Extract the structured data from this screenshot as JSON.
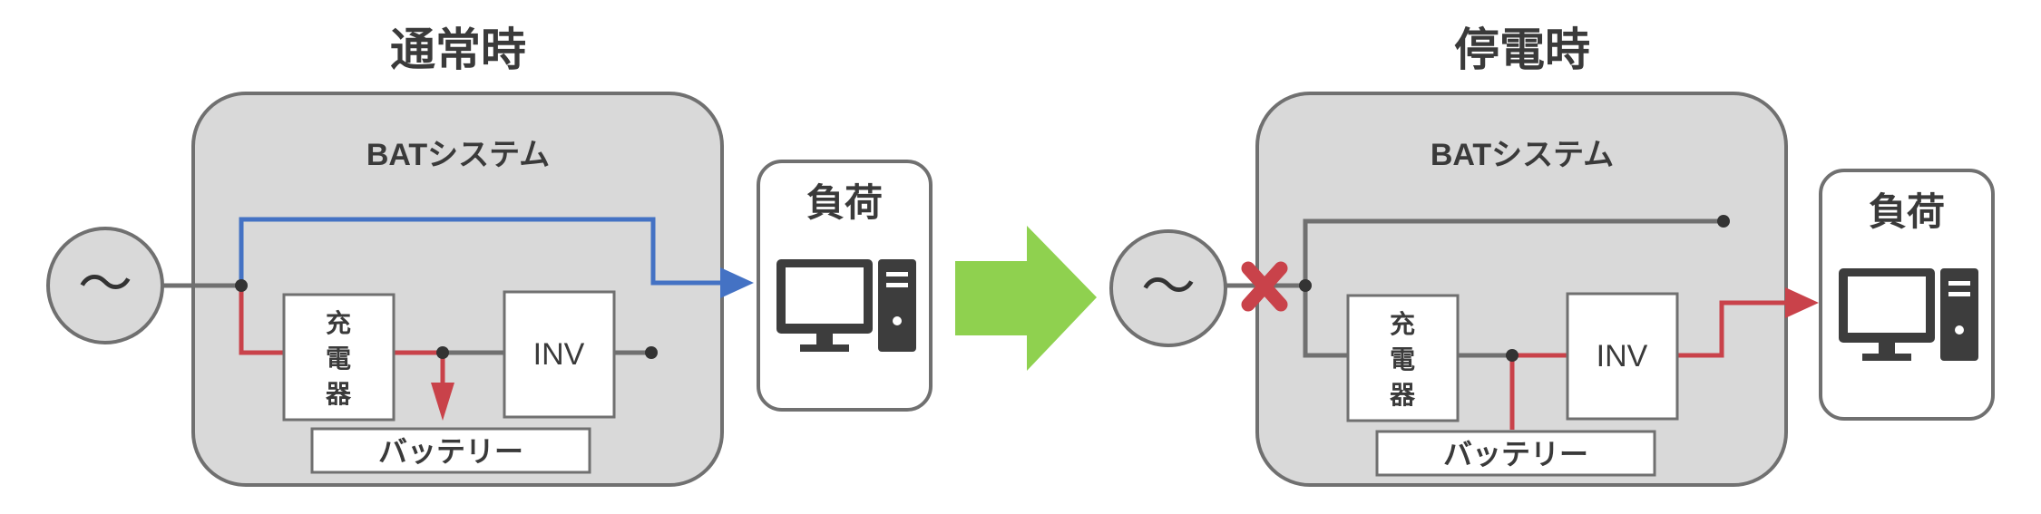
{
  "panels": {
    "normal": {
      "title": "通常時",
      "system_label": "BATシステム",
      "charger_lines": [
        "充",
        "電",
        "器"
      ],
      "inverter_label": "INV",
      "battery_label": "バッテリー",
      "load_label": "負荷",
      "source_symbol": "～"
    },
    "outage": {
      "title": "停電時",
      "system_label": "BATシステム",
      "charger_lines": [
        "充",
        "電",
        "器"
      ],
      "inverter_label": "INV",
      "battery_label": "バッテリー",
      "load_label": "負荷",
      "source_symbol": "～"
    }
  },
  "colors": {
    "system_fill": "#d9d9d9",
    "outline": "#707070",
    "wire_gray": "#707070",
    "flow_blue": "#4472c4",
    "flow_red": "#c9424a",
    "transition_arrow": "#8fd14f",
    "cut_mark": "#c9424a",
    "device_dark": "#3d3d3d"
  }
}
